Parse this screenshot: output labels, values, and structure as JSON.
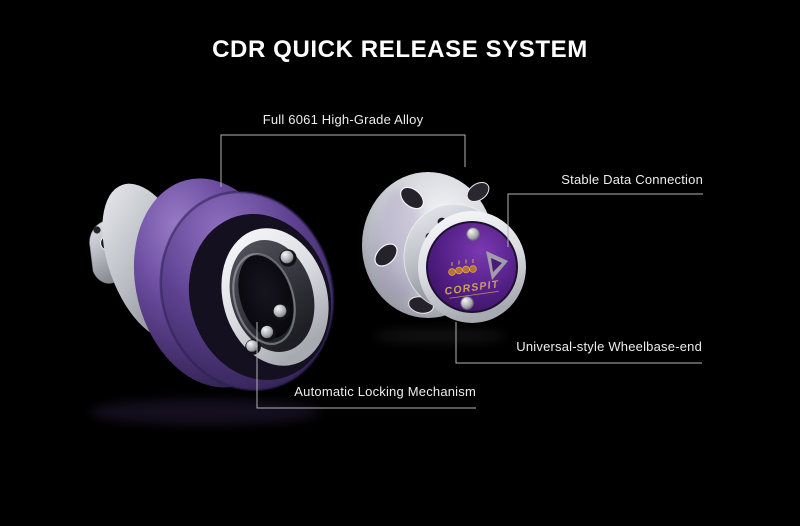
{
  "title": "CDR QUICK RELEASE SYSTEM",
  "brand": "CORSPIT",
  "callouts": {
    "alloy": {
      "label": "Full 6061 High-Grade Alloy"
    },
    "data_connection": {
      "label": "Stable Data Connection"
    },
    "wheelbase": {
      "label": "Universal-style Wheelbase-end"
    },
    "locking": {
      "label": "Automatic Locking Mechanism"
    }
  },
  "colors": {
    "background": "#000000",
    "title_text": "#ffffff",
    "label_text": "#ededed",
    "callout_line": "#b3b3b3",
    "hub_purple": "#6a4d96",
    "cap_purple": "#501c82",
    "brand_gold": "#c89a5c",
    "alloy_silver": "#d9dbe0"
  }
}
